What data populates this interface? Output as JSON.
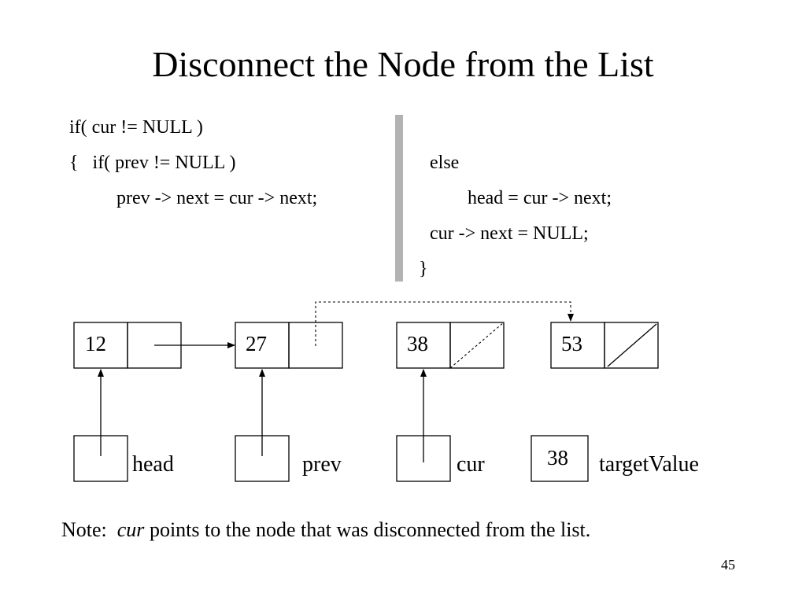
{
  "slide": {
    "title": "Disconnect the Node from the List",
    "code_left": [
      "if( cur != NULL )",
      "{   if( prev != NULL )",
      "          prev -> next = cur -> next;"
    ],
    "code_right": [
      "else",
      "head = cur -> next;",
      "cur -> next = NULL;",
      "}"
    ],
    "nodes": [
      "12",
      "27",
      "38",
      "53"
    ],
    "variables": {
      "head_label": "head",
      "prev_label": "prev",
      "cur_label": "cur",
      "target_value": "38",
      "target_label": "targetValue"
    },
    "note": {
      "prefix": "Note:  ",
      "emphasis": "cur",
      "suffix": " points to the node that was disconnected from the list."
    },
    "page_number": "45"
  }
}
